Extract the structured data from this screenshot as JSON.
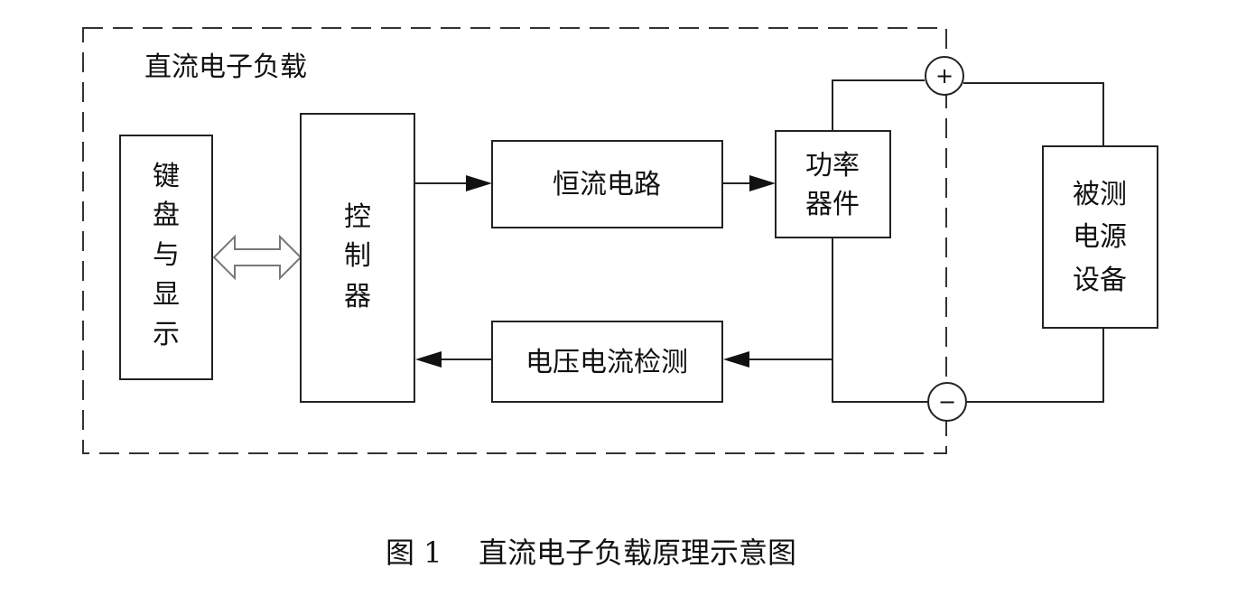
{
  "diagram": {
    "title": "直流电子负载",
    "blocks": {
      "keyboard_display": [
        "键",
        "盘",
        "与",
        "显",
        "示"
      ],
      "controller": [
        "控",
        "制",
        "器"
      ],
      "constant_current": "恒流电路",
      "power_device": [
        "功率",
        "器件"
      ],
      "voltage_current_detect": "电压电流检测",
      "device_under_test": [
        "被测",
        "电源",
        "设备"
      ]
    },
    "terminals": {
      "positive": "+",
      "negative": "−"
    },
    "caption": {
      "number": "图 1",
      "text": "直流电子负载原理示意图"
    }
  }
}
